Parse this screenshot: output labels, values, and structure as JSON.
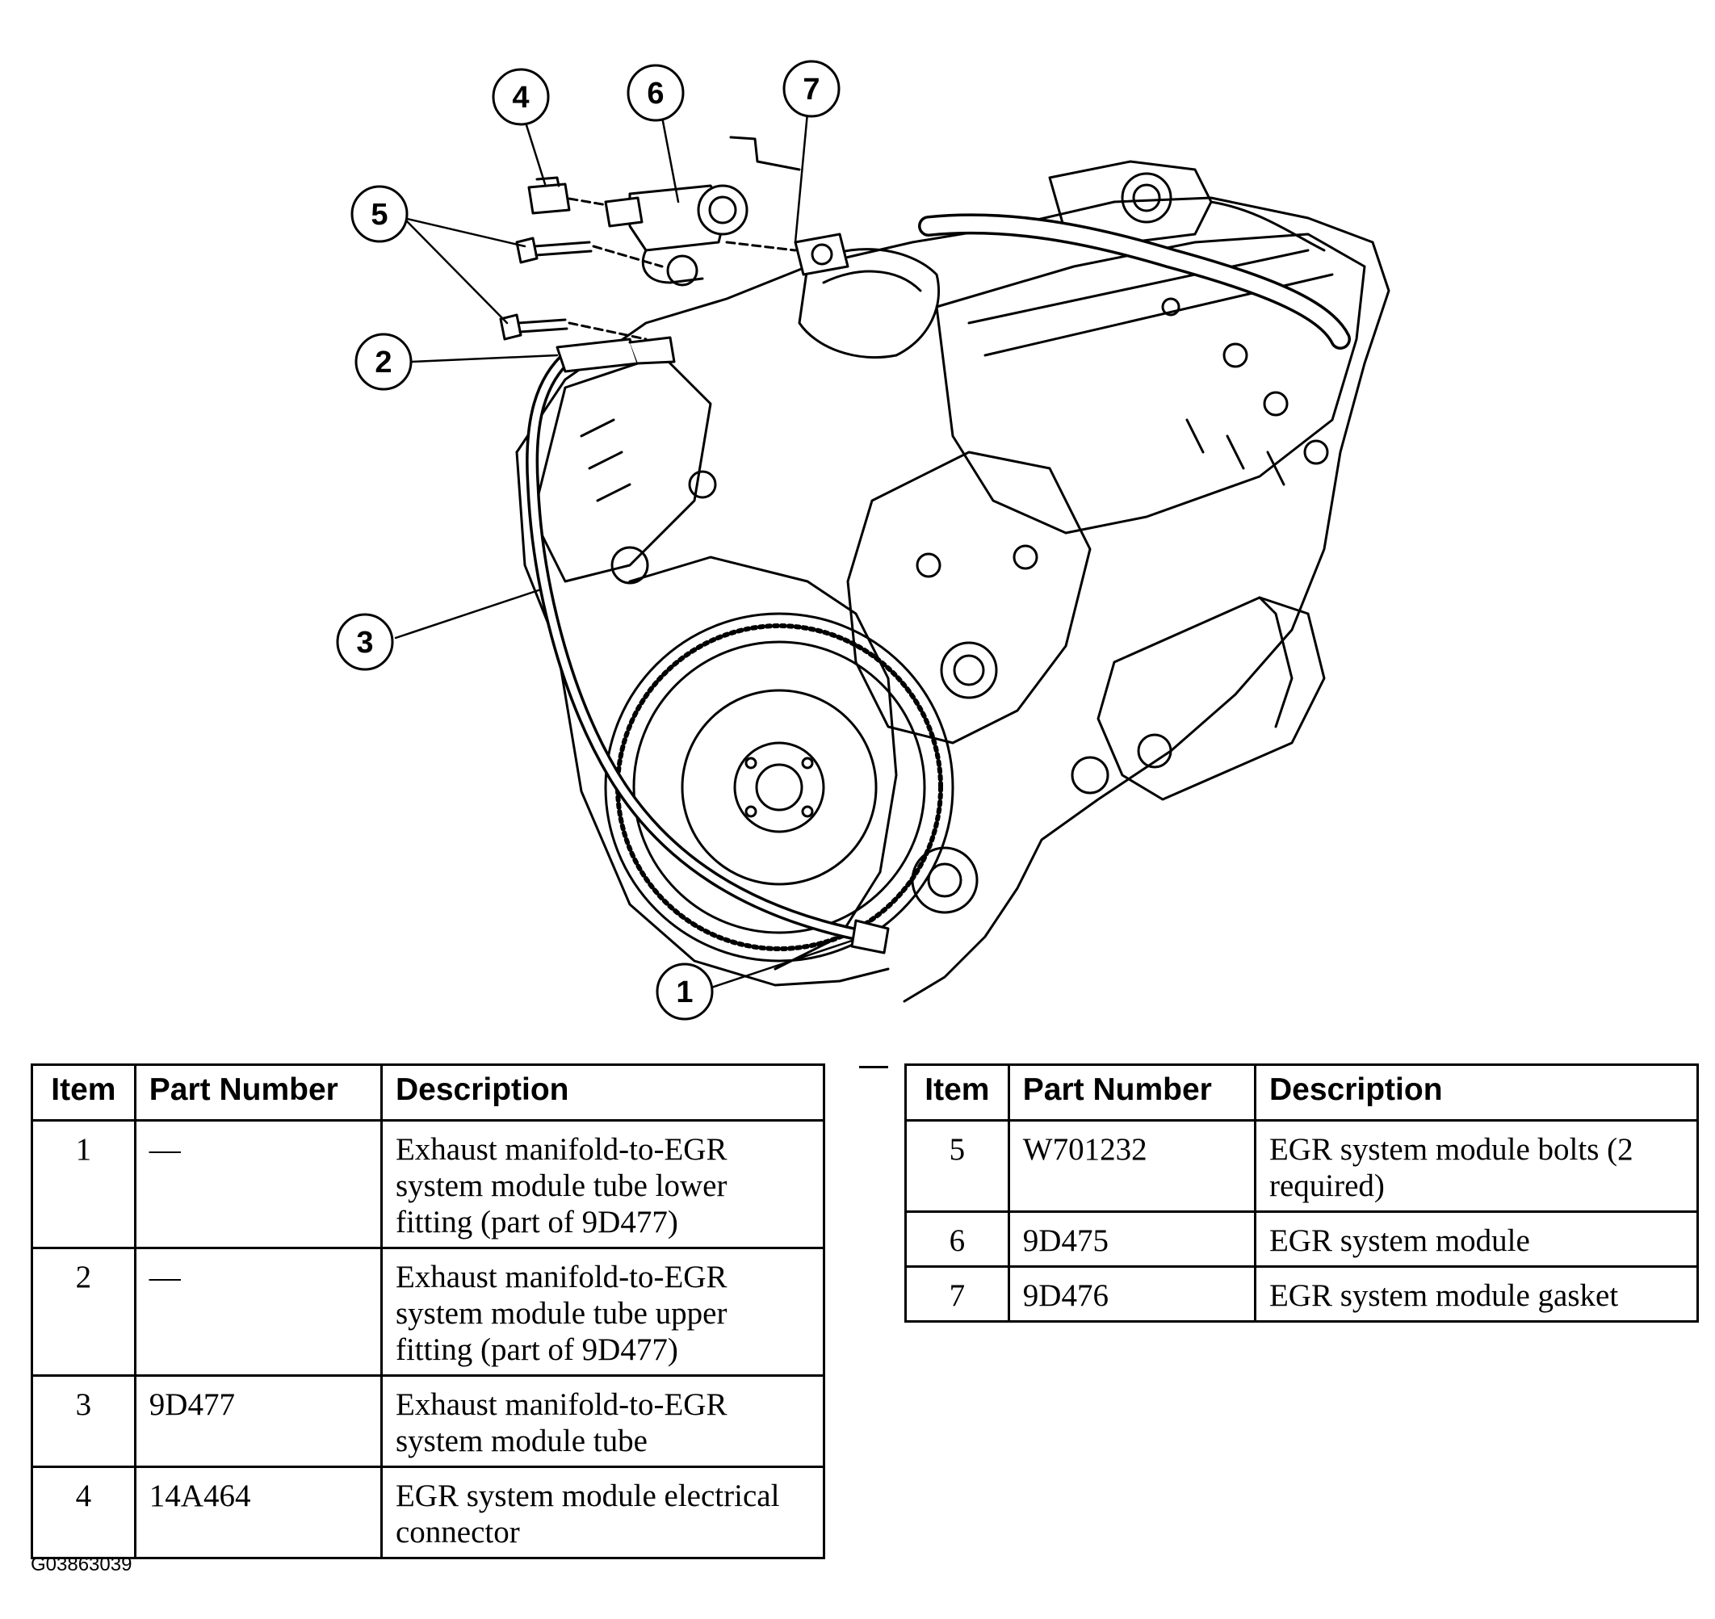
{
  "callouts": [
    "1",
    "2",
    "3",
    "4",
    "5",
    "6",
    "7"
  ],
  "table_headers": {
    "item": "Item",
    "part_number": "Part Number",
    "description": "Description"
  },
  "left_table": [
    {
      "item": "1",
      "part_number": "—",
      "description": "Exhaust manifold-to-EGR system module tube lower fitting (part of 9D477)"
    },
    {
      "item": "2",
      "part_number": "—",
      "description": "Exhaust manifold-to-EGR system module tube upper fitting (part of 9D477)"
    },
    {
      "item": "3",
      "part_number": "9D477",
      "description": "Exhaust manifold-to-EGR system module tube"
    },
    {
      "item": "4",
      "part_number": "14A464",
      "description": "EGR system module electrical connector"
    }
  ],
  "right_table": [
    {
      "item": "5",
      "part_number": "W701232",
      "description": "EGR system module bolts (2 required)"
    },
    {
      "item": "6",
      "part_number": "9D475",
      "description": "EGR system module"
    },
    {
      "item": "7",
      "part_number": "9D476",
      "description": "EGR system module gasket"
    }
  ],
  "figure_id": "G03863039"
}
